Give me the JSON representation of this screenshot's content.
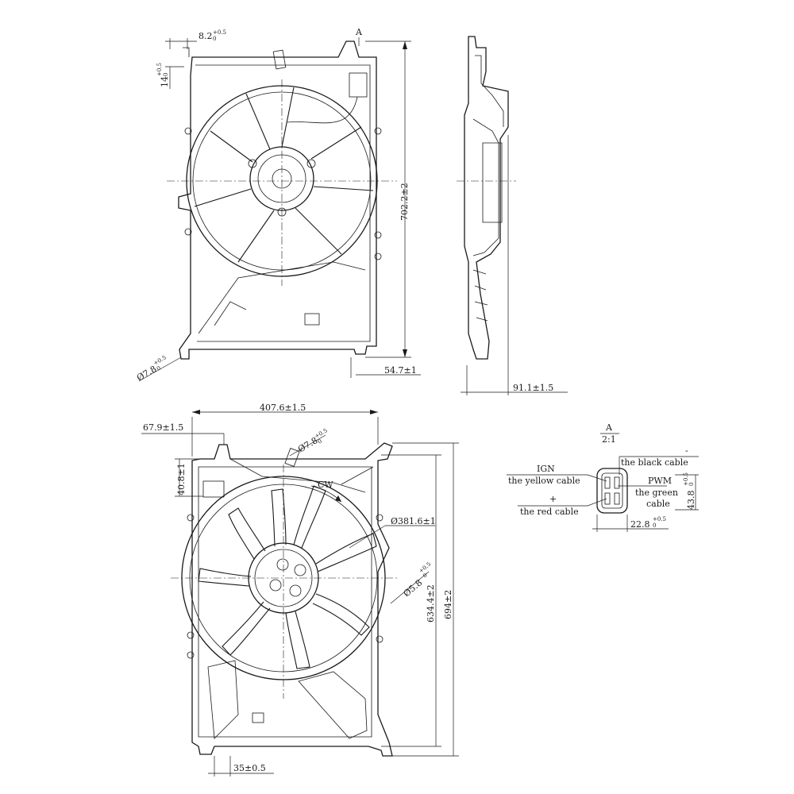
{
  "top_view": {
    "dim_tab_width": "8.2",
    "dim_tab_width_tol": "+0.5",
    "dim_tab_width_tol2": "0",
    "dim_tab_height": "14",
    "dim_tab_height_tol": "+0.5",
    "dim_tab_height_tol2": "0",
    "detail_marker": "A",
    "dim_height": "702.2±2",
    "dim_hole": "Ø7.8",
    "dim_hole_tol": "+0.5",
    "dim_hole_tol2": "0",
    "dim_foot": "54.7±1"
  },
  "side_view": {
    "dim_depth": "91.1±1.5"
  },
  "front_view": {
    "dim_width": "407.6±1.5",
    "dim_offset": "67.9±1.5",
    "dim_hole": "Ø7.8",
    "dim_hole_tol": "+0.5",
    "dim_hole_tol2": "0",
    "dim_conn_height": "40.8±1",
    "rotation_label": "CW",
    "dim_fan_diameter": "Ø381.6±1",
    "dim_small_hole": "Ø5.8",
    "dim_small_hole_tol": "+0.5",
    "dim_small_hole_tol2": "0",
    "dim_inner_height": "634.4±2",
    "dim_total_height": "694±2",
    "dim_bottom": "35±0.5"
  },
  "detail": {
    "title": "A",
    "scale": "2:1",
    "minus": "-",
    "black_cable": "the black cable",
    "ign": "IGN",
    "yellow_cable": "the yellow cable",
    "pwm": "PWM",
    "green_cable_1": "the green",
    "green_cable_2": "cable",
    "plus": "+",
    "red_cable": "the red cable",
    "dim_height": "43.8",
    "dim_height_tol": "+0.5",
    "dim_height_tol2": "0",
    "dim_width": "22.8",
    "dim_width_tol": "+0.5",
    "dim_width_tol2": "0"
  }
}
